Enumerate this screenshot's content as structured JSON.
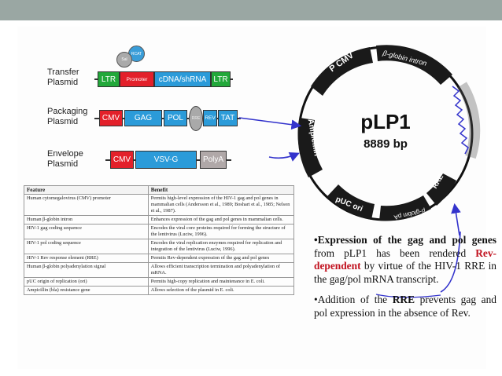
{
  "cassettes": {
    "transfer": {
      "label_line1": "Transfer",
      "label_line2": "Plasmid",
      "ltr_left": "LTR",
      "promoter": "Promoter",
      "cdna": "cDNA/shRNA",
      "ltr_right": "LTR",
      "bubble1": "Sal",
      "bubble2": "RCAT"
    },
    "packaging": {
      "label_line1": "Packaging",
      "label_line2": "Plasmid",
      "cmv": "CMV",
      "gag": "GAG",
      "pol": "POL",
      "rre": "RRE",
      "rev": "REV",
      "tat": "TAT"
    },
    "envelope": {
      "label_line1": "Envelope",
      "label_line2": "Plasmid",
      "cmv": "CMV",
      "vsvg": "VSV-G",
      "polya": "PolyA"
    }
  },
  "plasmid": {
    "name": "pLP1",
    "size": "8889 bp",
    "segments": {
      "pcmv": "P CMV",
      "bglobin_intron": "β-globin intron",
      "ampicillin": "Ampicillin",
      "puc_ori": "pUC ori",
      "bglobin_pa": "β-globin pA",
      "rre": "RRE"
    },
    "colors": {
      "segment_fill": "#1a1a1a",
      "segment_text": "#ffffff",
      "annotation": "#3333cc"
    }
  },
  "feature_table": {
    "headers": [
      "Feature",
      "Benefit"
    ],
    "rows": [
      {
        "feature": "Human cytomegalovirus (CMV) promoter",
        "benefit": "Permits high-level expression of the HIV-1 gag and pol genes in mammalian cells (Andersson et al., 1989; Boshart et al., 1985; Nelson et al., 1987)."
      },
      {
        "feature": "Human β-globin intron",
        "benefit": "Enhances expression of the gag and pol genes in mammalian cells."
      },
      {
        "feature": "HIV-1 gag coding sequence",
        "benefit": "Encodes the viral core proteins required for forming the structure of the lentivirus (Luciw, 1996)."
      },
      {
        "feature": "HIV-1 pol coding sequence",
        "benefit": "Encodes the viral replication enzymes required for replication and integration of the lentivirus (Luciw, 1996)."
      },
      {
        "feature": "HIV-1 Rev response element (RRE)",
        "benefit": "Permits Rev-dependent expression of the gag and pol genes"
      },
      {
        "feature": "Human β-globin polyadenylation signal",
        "benefit": "Allows efficient transcription termination and polyadenylation of mRNA."
      },
      {
        "feature": "pUC origin of replication (ori)",
        "benefit": "Permits high-copy replication and maintenance in E. coli."
      },
      {
        "feature": "Ampicillin (bla) resistance gene",
        "benefit": "Allows selection of the plasmid in E. coli."
      }
    ]
  },
  "bullets": {
    "b1_pre": "•Expression of the gag and pol genes",
    "b1_mid": " from pLP1 has been rendered ",
    "b1_red": "Rev-dependent",
    "b1_post": " by virtue of the HIV-1 RRE in the gag/pol mRNA transcript.",
    "b2_pre": "•Addition of the ",
    "b2_bold": "RRE",
    "b2_post": " prevents gag and pol expression in the absence of Rev."
  }
}
